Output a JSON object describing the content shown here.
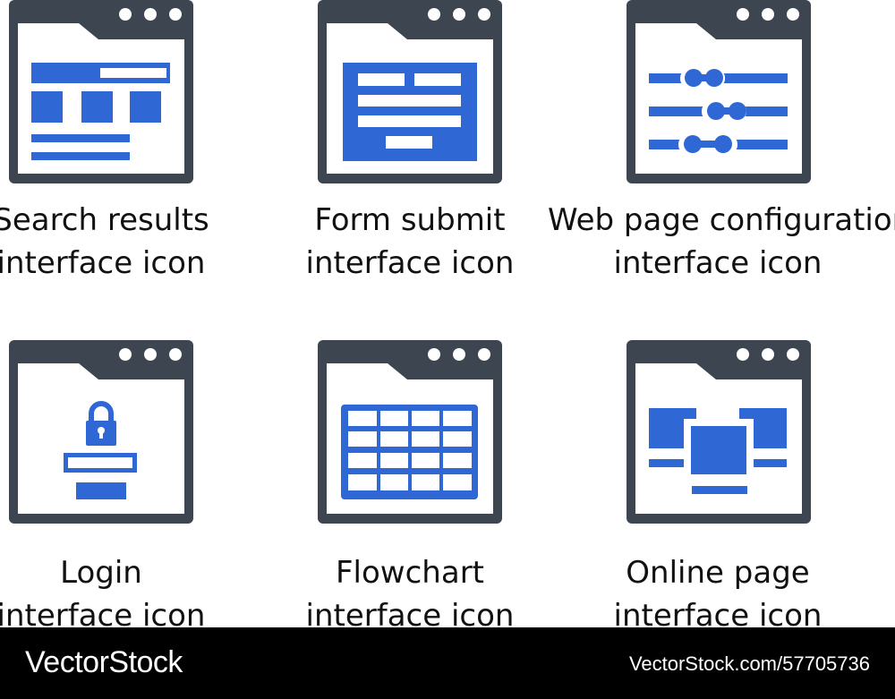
{
  "colors": {
    "frame": "#3d4550",
    "accent": "#2f67d4",
    "background": "#ffffff",
    "footer": "#000000"
  },
  "icons": [
    {
      "name": "search-results-icon",
      "caption_line1": "Search results",
      "caption_line2": "interface icon"
    },
    {
      "name": "form-submit-icon",
      "caption_line1": "Form submit",
      "caption_line2": "interface icon"
    },
    {
      "name": "web-page-configuration-icon",
      "caption_line1": "Web page configuration",
      "caption_line2": "interface icon"
    },
    {
      "name": "login-icon",
      "caption_line1": "Login",
      "caption_line2": "interface icon"
    },
    {
      "name": "flowchart-icon",
      "caption_line1": "Flowchart",
      "caption_line2": "interface icon"
    },
    {
      "name": "online-page-icon",
      "caption_line1": "Online page",
      "caption_line2": "interface icon"
    }
  ],
  "footer": {
    "brand": "VectorStock",
    "image_id": "VectorStock.com/57705736"
  }
}
